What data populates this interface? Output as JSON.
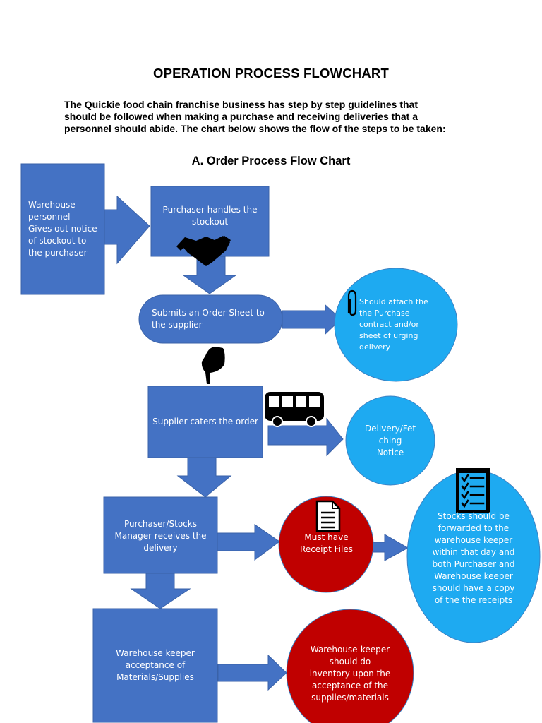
{
  "document": {
    "title": "OPERATION PROCESS FLOWCHART",
    "intro_lines": [
      "The Quickie food chain franchise business has step by step guidelines that",
      "should be followed when making a purchase and receiving deliveries that a",
      "personnel should abide. The chart below shows the flow of the steps to be taken:"
    ],
    "section_heading": "A. Order Process Flow Chart"
  },
  "flowchart": {
    "nodes": {
      "warehouse_notice": "Warehouse\npersonnel\nGives out notice\nof stockout to\nthe purchaser",
      "purchaser_handles": "Purchaser handles the\nstockout",
      "submit_order": "Submits an Order Sheet to\nthe supplier",
      "attach_contract": "Should attach the\nthe Purchase\ncontract and/or\nsheet of urging\ndelivery",
      "supplier_caters": "Supplier caters the order",
      "delivery_notice": "Delivery/Fet\nching\nNotice",
      "receives_delivery": "Purchaser/Stocks\nManager receives the\ndelivery",
      "receipt_files": "Must have\nReceipt Files",
      "forward_stocks": "Stocks should be\nforwarded to the\nwarehouse keeper\nwithin that day and\nboth Purchaser and\nWarehouse keeper\nshould have a copy\nof the the receipts",
      "warehouse_acceptance": "Warehouse keeper\nacceptance of\nMaterials/Supplies",
      "inventory": "Warehouse-keeper\nshould do\ninventory upon the\nacceptance of the\nsupplies/materials"
    },
    "icons": [
      "handshake-icon",
      "paperclip-icon",
      "pointing-hand-icon",
      "bus-icon",
      "document-icon",
      "checklist-icon"
    ],
    "colors": {
      "process_box": "#4472c4",
      "info_circle": "#1eaaf1",
      "red_circle": "#c00000",
      "arrow": "#4472c4"
    }
  }
}
